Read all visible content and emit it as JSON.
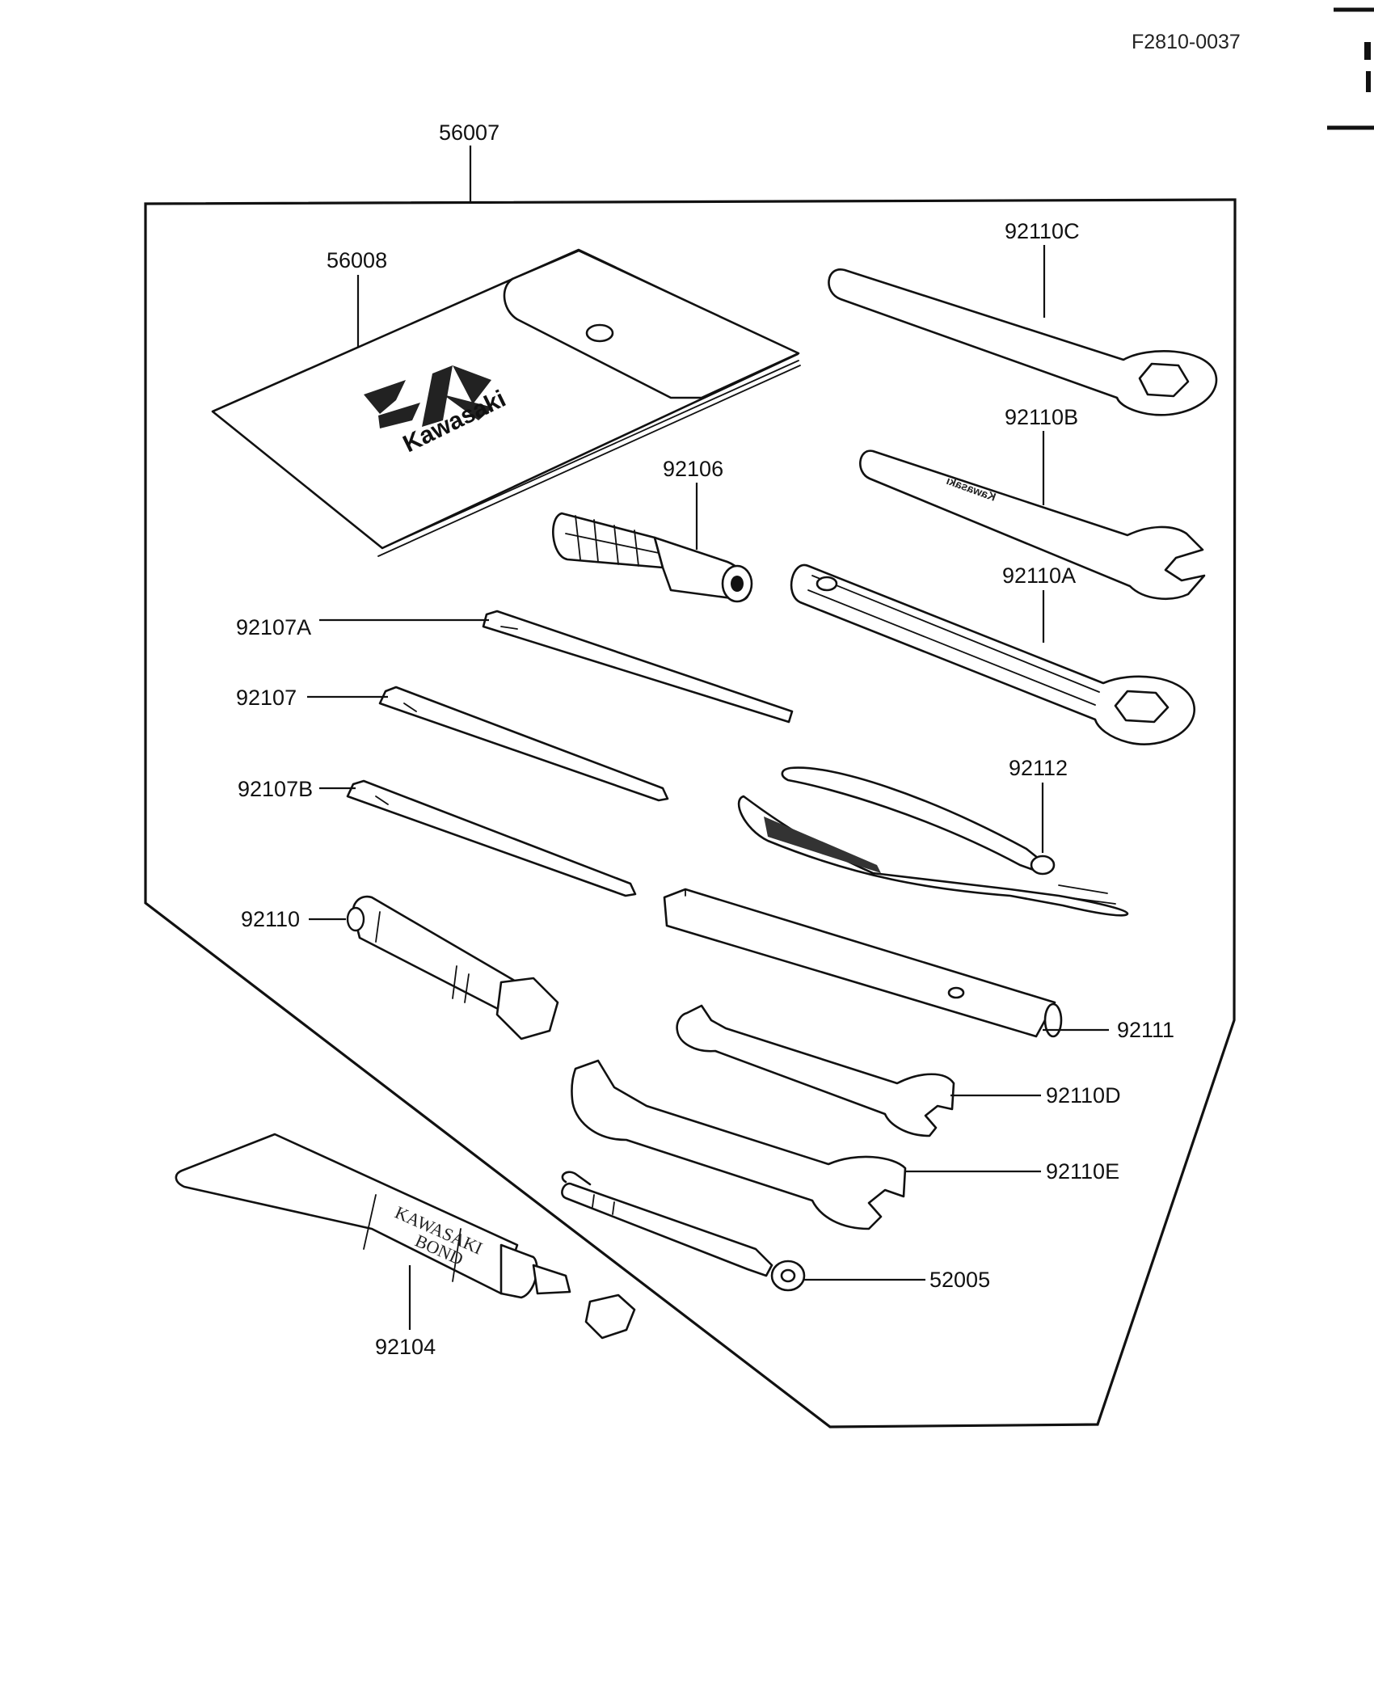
{
  "document_code": "F2810-0037",
  "pouch_logo_text": "Kawasaki",
  "wrench_logo_text": "Kawasaki",
  "tube_text_line1": "KAWASAKI",
  "tube_text_line2": "BOND",
  "parts": [
    {
      "id": "56007"
    },
    {
      "id": "56008"
    },
    {
      "id": "92110C"
    },
    {
      "id": "92110B"
    },
    {
      "id": "92106"
    },
    {
      "id": "92110A"
    },
    {
      "id": "92107A"
    },
    {
      "id": "92107"
    },
    {
      "id": "92107B"
    },
    {
      "id": "92112"
    },
    {
      "id": "92110"
    },
    {
      "id": "92111"
    },
    {
      "id": "92110D"
    },
    {
      "id": "92110E"
    },
    {
      "id": "52005"
    },
    {
      "id": "92104"
    }
  ],
  "colors": {
    "ink": "#111111",
    "paper": "#ffffff"
  }
}
